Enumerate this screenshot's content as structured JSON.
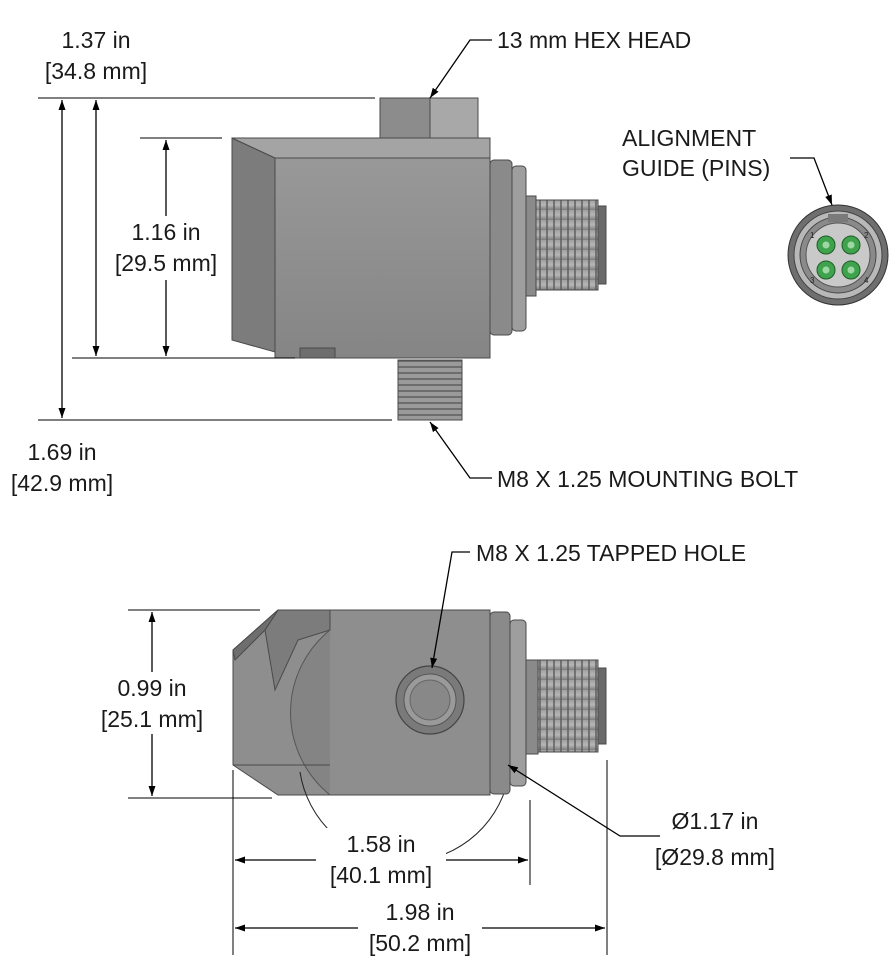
{
  "callouts": {
    "hex_head": "13 mm HEX HEAD",
    "alignment_line1": "ALIGNMENT",
    "alignment_line2": "GUIDE (PINS)",
    "mounting_bolt": "M8 X 1.25 MOUNTING BOLT",
    "tapped_hole": "M8 X 1.25 TAPPED HOLE"
  },
  "dimensions": {
    "hex_height": {
      "in": "1.37 in",
      "mm": "[34.8 mm]"
    },
    "body_height": {
      "in": "1.16 in",
      "mm": "[29.5 mm]"
    },
    "overall_height": {
      "in": "1.69 in",
      "mm": "[42.9 mm]"
    },
    "body_width": {
      "in": "0.99 in",
      "mm": "[25.1 mm]"
    },
    "body_length": {
      "in": "1.58 in",
      "mm": "[40.1 mm]"
    },
    "overall_length": {
      "in": "1.98 in",
      "mm": "[50.2 mm]"
    },
    "diameter": {
      "in": "Ø1.17 in",
      "mm": "[Ø29.8 mm]"
    }
  },
  "connector_pins": [
    "1",
    "2",
    "3",
    "4"
  ],
  "colors": {
    "body_front": "#8e8e8e",
    "body_top": "#a6a6a6",
    "body_chamfer": "#7a7a7a",
    "thread": "#8a8a8a",
    "pin_green": "#3fa34d",
    "line": "#000000"
  }
}
